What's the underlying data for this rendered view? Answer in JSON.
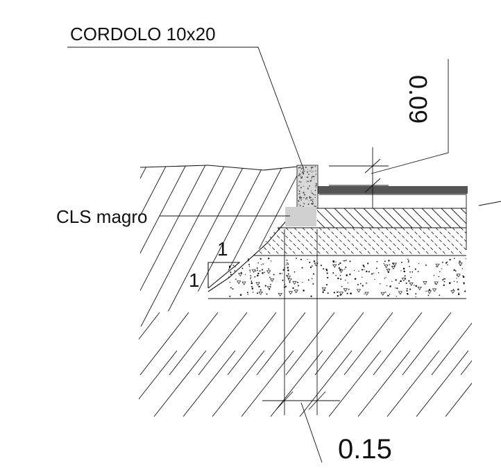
{
  "labels": {
    "cordolo": "CORDOLO 10x20",
    "cls_magro": "CLS magro",
    "slope_rise": "1",
    "slope_run": "1",
    "dim_top": "0.09",
    "dim_bottom": "0.15"
  },
  "colors": {
    "ink": "#111111",
    "pavement": "#555555",
    "curb_fill": "#d9d9d9",
    "cls_fill": "#d0d0d0"
  }
}
